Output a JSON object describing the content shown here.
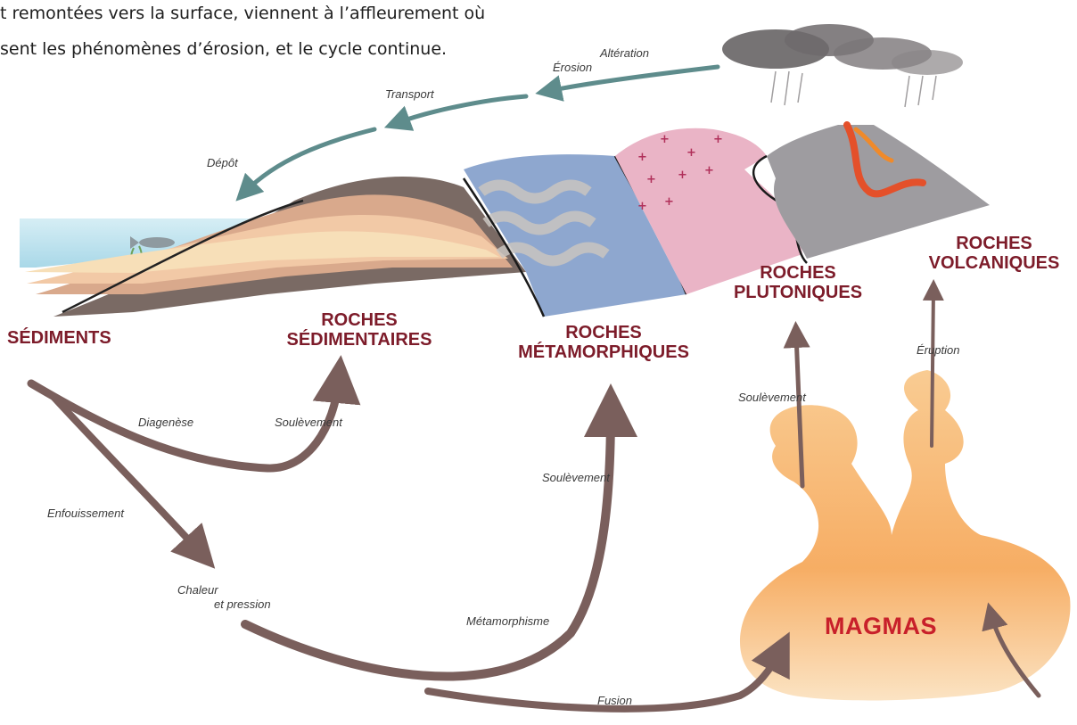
{
  "intro": {
    "line1": "t remontées vers la surface, viennent à l’affleurement où",
    "line2": "sent les phénomènes d’érosion, et le cycle continue."
  },
  "labels": {
    "sediments": "SÉDIMENTS",
    "sedimentary": {
      "line1": "ROCHES",
      "line2": "SÉDIMENTAIRES"
    },
    "metamorphic": {
      "line1": "ROCHES",
      "line2": "MÉTAMORPHIQUES"
    },
    "plutonic": {
      "line1": "ROCHES",
      "line2": "PLUTONIQUES"
    },
    "volcanic": {
      "line1": "ROCHES",
      "line2": "VOLCANIQUES"
    },
    "magmas": "MAGMAS"
  },
  "processes": {
    "alteration": "Altération",
    "erosion": "Érosion",
    "transport": "Transport",
    "depot": "Dépôt",
    "diagenese": "Diagenèse",
    "soulevement_sed": "Soulèvement",
    "enfouissement": "Enfouissement",
    "chaleur": "Chaleur",
    "pression": "et pression",
    "metamorphisme": "Métamorphisme",
    "soulevement_meta": "Soulèvement",
    "fusion": "Fusion",
    "soulevement_pluto": "Soulèvement",
    "eruption": "Éruption"
  },
  "colors": {
    "rock_label": "#7d1c2a",
    "magma_label": "#c8202a",
    "cycle_arrow": "#7a5f5c",
    "surface_arrow": "#5e8c8c",
    "sea": "#bfe3ee",
    "magma_fill": "#f7b26a"
  }
}
